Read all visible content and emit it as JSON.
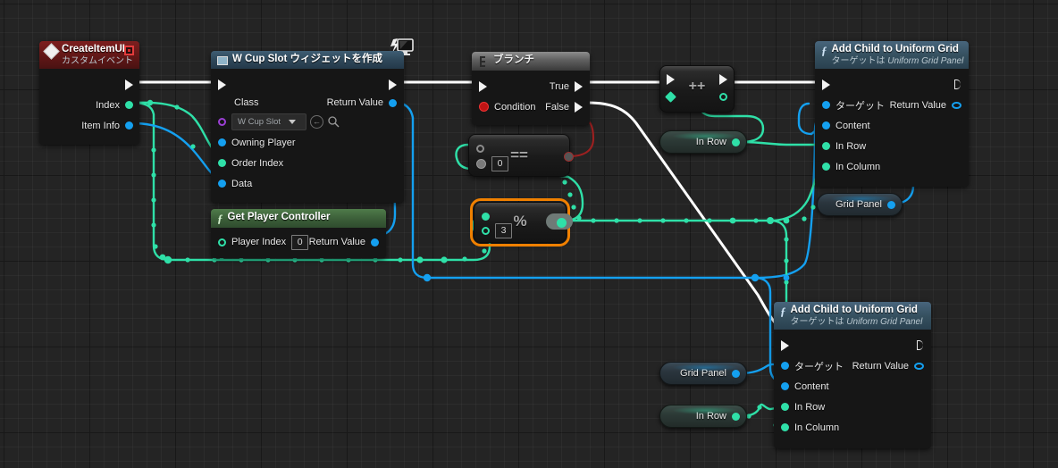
{
  "graph": {
    "title": "Blueprint Event Graph",
    "background_color": "#242424",
    "grid_line_color": "#2d2d2d",
    "selection_color": "#f08000"
  },
  "nodes": {
    "create_item_ui": {
      "title": "CreateItemUI",
      "subtitle": "カスタムイベント",
      "icon": "diamond-event-icon",
      "header_color": "#611717",
      "outputs": [
        {
          "label": "Index",
          "type": "int",
          "color": "#2fe0a8"
        },
        {
          "label": "Item Info",
          "type": "object",
          "color": "#14a0f0"
        }
      ]
    },
    "create_widget": {
      "title": "W Cup Slot ウィジェットを作成",
      "icon": "widget-icon",
      "badge_icon": "client-monitor-icon",
      "header_color": "#2e4759",
      "class_label": "Class",
      "class_value": "W Cup Slot",
      "browse_icon": "browse-asset-icon",
      "search_icon": "search-asset-icon",
      "inputs": [
        {
          "label": "Owning Player",
          "type": "object",
          "color": "#14a0f0"
        },
        {
          "label": "Order Index",
          "type": "int",
          "color": "#2fe0a8"
        },
        {
          "label": "Data",
          "type": "object",
          "color": "#14a0f0"
        }
      ],
      "outputs": [
        {
          "label": "Return Value",
          "type": "object",
          "color": "#14a0f0"
        }
      ]
    },
    "branch": {
      "title": "ブランチ",
      "icon": "branch-icon",
      "header_color": "#5f5f5f",
      "condition_label": "Condition",
      "true_label": "True",
      "false_label": "False"
    },
    "equals": {
      "operator": "==",
      "value_b": "0",
      "type": "compare-int",
      "selected": false
    },
    "modulo": {
      "operator": "%",
      "value_b": "3",
      "type": "percent-int",
      "selected": true
    },
    "increment": {
      "operator": "++",
      "type": "increment-int"
    },
    "get_player_controller": {
      "title": "Get Player Controller",
      "icon": "function-icon",
      "header_color": "#3c5f39",
      "inputs": [
        {
          "label": "Player Index",
          "value": "0",
          "type": "int"
        }
      ],
      "outputs": [
        {
          "label": "Return Value",
          "type": "object",
          "color": "#14a0f0"
        }
      ]
    },
    "add_child_grid_top": {
      "title": "Add Child to Uniform Grid",
      "subtitle_prefix": "ターゲットは ",
      "subtitle_target": "Uniform Grid Panel",
      "icon": "function-icon",
      "header_color": "#35505f",
      "inputs": [
        {
          "label": "ターゲット",
          "type": "object",
          "color": "#14a0f0"
        },
        {
          "label": "Content",
          "type": "object",
          "color": "#14a0f0"
        },
        {
          "label": "In Row",
          "type": "int",
          "color": "#2fe0a8"
        },
        {
          "label": "In Column",
          "type": "int",
          "color": "#2fe0a8"
        }
      ],
      "outputs": [
        {
          "label": "Return Value",
          "type": "object",
          "color": "#14a0f0"
        }
      ]
    },
    "add_child_grid_bottom": {
      "title": "Add Child to Uniform Grid",
      "subtitle_prefix": "ターゲットは ",
      "subtitle_target": "Uniform Grid Panel",
      "icon": "function-icon",
      "header_color": "#35505f",
      "inputs": [
        {
          "label": "ターゲット",
          "type": "object",
          "color": "#14a0f0"
        },
        {
          "label": "Content",
          "type": "object",
          "color": "#14a0f0"
        },
        {
          "label": "In Row",
          "type": "int",
          "color": "#2fe0a8"
        },
        {
          "label": "In Column",
          "type": "int",
          "color": "#2fe0a8"
        }
      ],
      "outputs": [
        {
          "label": "Return Value",
          "type": "object",
          "color": "#14a0f0"
        }
      ]
    },
    "var_in_row_top": {
      "label": "In Row",
      "type": "int",
      "color": "#2fe0a8"
    },
    "var_grid_panel_top": {
      "label": "Grid Panel",
      "type": "object",
      "color": "#14a0f0"
    },
    "var_grid_panel_bottom": {
      "label": "Grid Panel",
      "type": "object",
      "color": "#14a0f0"
    },
    "var_in_row_bottom": {
      "label": "In Row",
      "type": "int",
      "color": "#2fe0a8"
    }
  },
  "wire_colors": {
    "exec": "#ffffff",
    "int": "#2fe0a8",
    "object": "#14a0f0",
    "bool": "#9b2020"
  }
}
